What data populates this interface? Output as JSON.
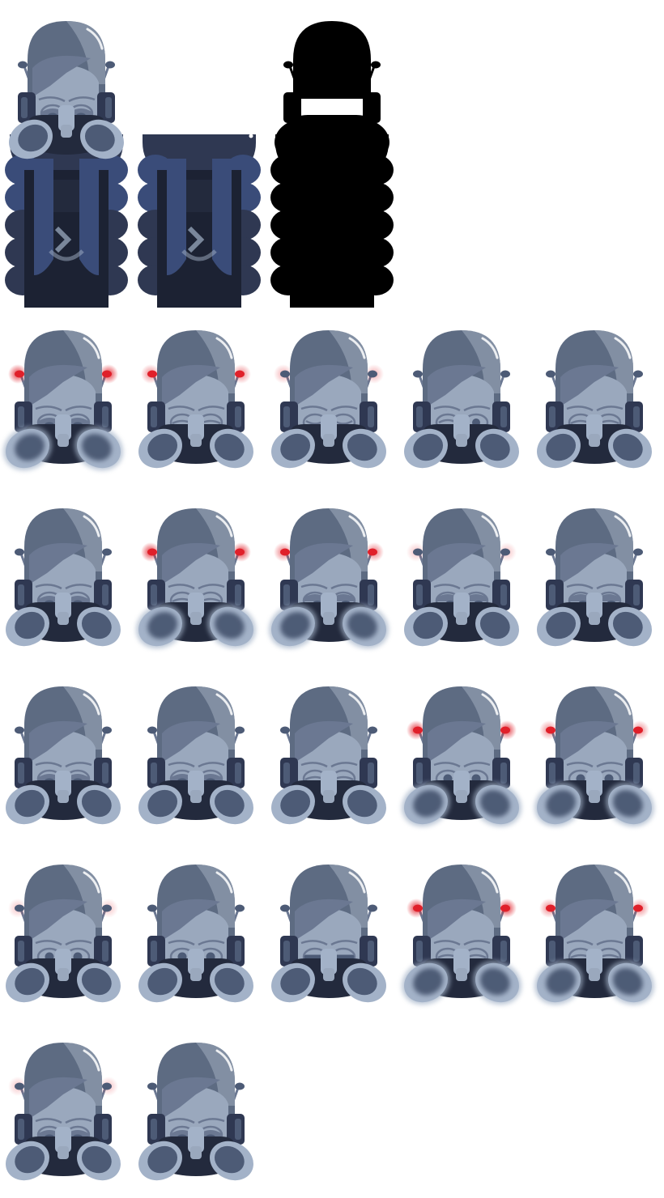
{
  "sprite_sheet": {
    "palette": {
      "helmet_dark": "#5d6b82",
      "helmet_light": "#8c98ab",
      "face": "#9aa8bd",
      "hair": "#6b7892",
      "mask_dark": "#232a3d",
      "mask_mid": "#2f3852",
      "filter_rim": "#a3b2c8",
      "filter_inner": "#4d5b76",
      "body_blue": "#3a4c79",
      "body_dark": "#1c2233",
      "glow_red": "#e0202a",
      "silhouette": "#000000"
    },
    "body_frames": [
      {
        "kind": "full"
      },
      {
        "kind": "body-only"
      },
      {
        "kind": "silhouette"
      }
    ],
    "head_frames": [
      {
        "eyes": "half",
        "glow": 1.0,
        "filters_glow": true
      },
      {
        "eyes": "closed",
        "glow": 0.6,
        "filters_glow": false
      },
      {
        "eyes": "closed-down",
        "glow": 0.4,
        "filters_glow": false
      },
      {
        "eyes": "wink",
        "glow": 0.0,
        "filters_glow": false
      },
      {
        "eyes": "closed",
        "glow": 0.0,
        "filters_glow": false
      },
      {
        "eyes": "half",
        "glow": 0.0,
        "filters_glow": false
      },
      {
        "eyes": "closed",
        "glow": 1.0,
        "filters_glow": true
      },
      {
        "eyes": "sleepy",
        "glow": 0.7,
        "filters_glow": true
      },
      {
        "eyes": "sleepy",
        "glow": 0.3,
        "filters_glow": false
      },
      {
        "eyes": "sleepy",
        "glow": 0.0,
        "filters_glow": false
      },
      {
        "eyes": "half",
        "glow": 0.0,
        "filters_glow": false
      },
      {
        "eyes": "half",
        "glow": 0.0,
        "filters_glow": false
      },
      {
        "eyes": "closed",
        "glow": 0.0,
        "filters_glow": false
      },
      {
        "eyes": "open",
        "glow": 1.0,
        "filters_glow": true
      },
      {
        "eyes": "open",
        "glow": 0.6,
        "filters_glow": true
      },
      {
        "eyes": "open",
        "glow": 0.3,
        "filters_glow": false
      },
      {
        "eyes": "open",
        "glow": 0.0,
        "filters_glow": false
      },
      {
        "eyes": "squint",
        "glow": 0.0,
        "filters_glow": false
      },
      {
        "eyes": "closed",
        "glow": 1.0,
        "filters_glow": true
      },
      {
        "eyes": "closed",
        "glow": 0.6,
        "filters_glow": true
      },
      {
        "eyes": "half",
        "glow": 0.3,
        "filters_glow": false
      },
      {
        "eyes": "half",
        "glow": 0.0,
        "filters_glow": false
      }
    ]
  }
}
